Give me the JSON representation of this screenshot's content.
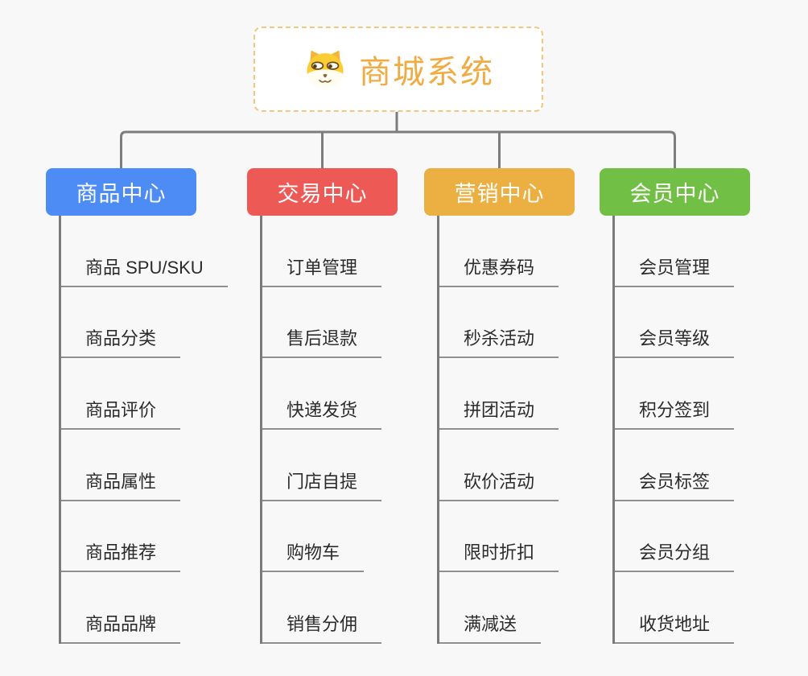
{
  "root": {
    "title": "商城系统",
    "icon": "dog-face-icon",
    "text_color": "#efac44",
    "border_color": "#f3c87e"
  },
  "connector_color": "#7d7d7d",
  "child_line_color": "#8f8f8f",
  "branches": [
    {
      "label": "商品中心",
      "color": "#4d8cf5",
      "children": [
        "商品 SPU/SKU",
        "商品分类",
        "商品评价",
        "商品属性",
        "商品推荐",
        "商品品牌"
      ]
    },
    {
      "label": "交易中心",
      "color": "#ed5a55",
      "children": [
        "订单管理",
        "售后退款",
        "快递发货",
        "门店自提",
        "购物车",
        "销售分佣"
      ]
    },
    {
      "label": "营销中心",
      "color": "#ecaf41",
      "children": [
        "优惠券码",
        "秒杀活动",
        "拼团活动",
        "砍价活动",
        "限时折扣",
        "满减送"
      ]
    },
    {
      "label": "会员中心",
      "color": "#72bf45",
      "children": [
        "会员管理",
        "会员等级",
        "积分签到",
        "会员标签",
        "会员分组",
        "收货地址"
      ]
    }
  ]
}
